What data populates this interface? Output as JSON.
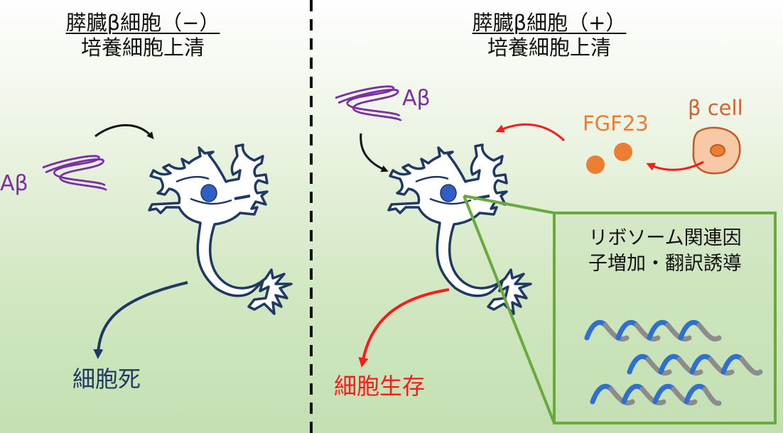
{
  "left_panel": {
    "title_line1": "膵臓β細胞（−）",
    "title_line2": "培養細胞上清",
    "abeta_label": "Aβ",
    "outcome_label": "細胞死"
  },
  "right_panel": {
    "title_line1": "膵臓β細胞（+）",
    "title_line2": "培養細胞上清",
    "abeta_label": "Aβ",
    "fgf_label": "FGF23",
    "bcell_label": "β cell",
    "outcome_label": "細胞生存",
    "callout_line1": "リボソーム関連因",
    "callout_line2": "子増加・翻訳誘導"
  },
  "colors": {
    "abeta": "#7a2fa6",
    "fgf23": "#ed7d31",
    "cell_death": "#1f3864",
    "cell_survival": "#ff1a1a",
    "callout_border": "#6aaa3d",
    "neuron_outline": "#1f3864",
    "nucleus": "#2f5fc4"
  }
}
